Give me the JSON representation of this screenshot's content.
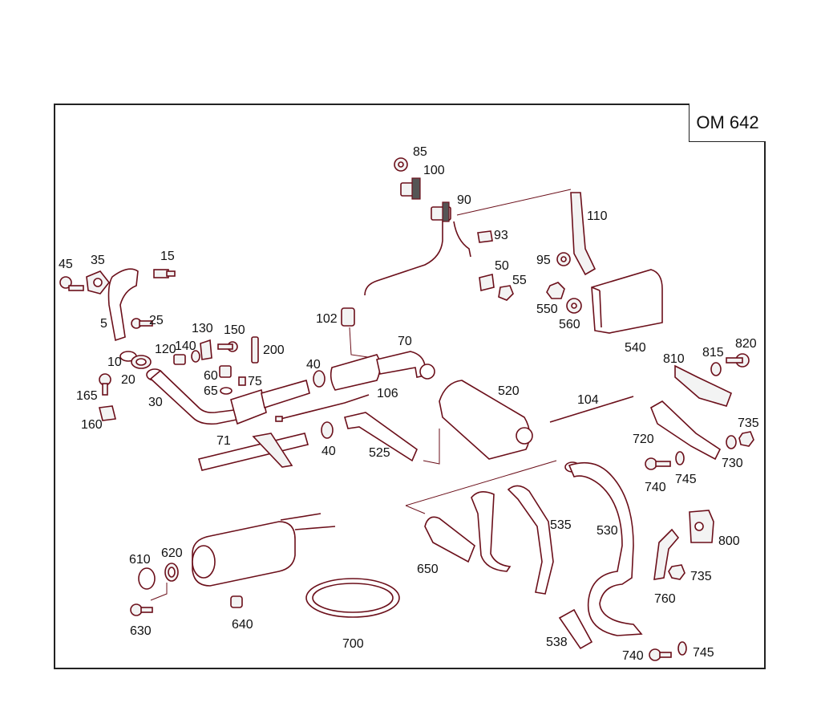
{
  "model": "OM 642",
  "callouts": [
    {
      "id": "85",
      "text": "85"
    },
    {
      "id": "100",
      "text": "100"
    },
    {
      "id": "90",
      "text": "90"
    },
    {
      "id": "93",
      "text": "93"
    },
    {
      "id": "110",
      "text": "110"
    },
    {
      "id": "95",
      "text": "95"
    },
    {
      "id": "50",
      "text": "50"
    },
    {
      "id": "55",
      "text": "55"
    },
    {
      "id": "550",
      "text": "550"
    },
    {
      "id": "560",
      "text": "560"
    },
    {
      "id": "540",
      "text": "540"
    },
    {
      "id": "45",
      "text": "45"
    },
    {
      "id": "35",
      "text": "35"
    },
    {
      "id": "15",
      "text": "15"
    },
    {
      "id": "5",
      "text": "5"
    },
    {
      "id": "25",
      "text": "25"
    },
    {
      "id": "10",
      "text": "10"
    },
    {
      "id": "20",
      "text": "20"
    },
    {
      "id": "120",
      "text": "120"
    },
    {
      "id": "130",
      "text": "130"
    },
    {
      "id": "140",
      "text": "140"
    },
    {
      "id": "150",
      "text": "150"
    },
    {
      "id": "200",
      "text": "200"
    },
    {
      "id": "102",
      "text": "102"
    },
    {
      "id": "70",
      "text": "70"
    },
    {
      "id": "40a",
      "text": "40"
    },
    {
      "id": "60",
      "text": "60"
    },
    {
      "id": "75",
      "text": "75"
    },
    {
      "id": "65",
      "text": "65"
    },
    {
      "id": "106",
      "text": "106"
    },
    {
      "id": "30",
      "text": "30"
    },
    {
      "id": "165",
      "text": "165"
    },
    {
      "id": "160",
      "text": "160"
    },
    {
      "id": "71",
      "text": "71"
    },
    {
      "id": "40b",
      "text": "40"
    },
    {
      "id": "525",
      "text": "525"
    },
    {
      "id": "520",
      "text": "520"
    },
    {
      "id": "104",
      "text": "104"
    },
    {
      "id": "810",
      "text": "810"
    },
    {
      "id": "815",
      "text": "815"
    },
    {
      "id": "820",
      "text": "820"
    },
    {
      "id": "720",
      "text": "720"
    },
    {
      "id": "735a",
      "text": "735"
    },
    {
      "id": "730",
      "text": "730"
    },
    {
      "id": "740a",
      "text": "740"
    },
    {
      "id": "745a",
      "text": "745"
    },
    {
      "id": "535",
      "text": "535"
    },
    {
      "id": "530",
      "text": "530"
    },
    {
      "id": "800",
      "text": "800"
    },
    {
      "id": "735b",
      "text": "735"
    },
    {
      "id": "760",
      "text": "760"
    },
    {
      "id": "650",
      "text": "650"
    },
    {
      "id": "538",
      "text": "538"
    },
    {
      "id": "740b",
      "text": "740"
    },
    {
      "id": "745b",
      "text": "745"
    },
    {
      "id": "610",
      "text": "610"
    },
    {
      "id": "620",
      "text": "620"
    },
    {
      "id": "630",
      "text": "630"
    },
    {
      "id": "640",
      "text": "640"
    },
    {
      "id": "700",
      "text": "700"
    }
  ]
}
